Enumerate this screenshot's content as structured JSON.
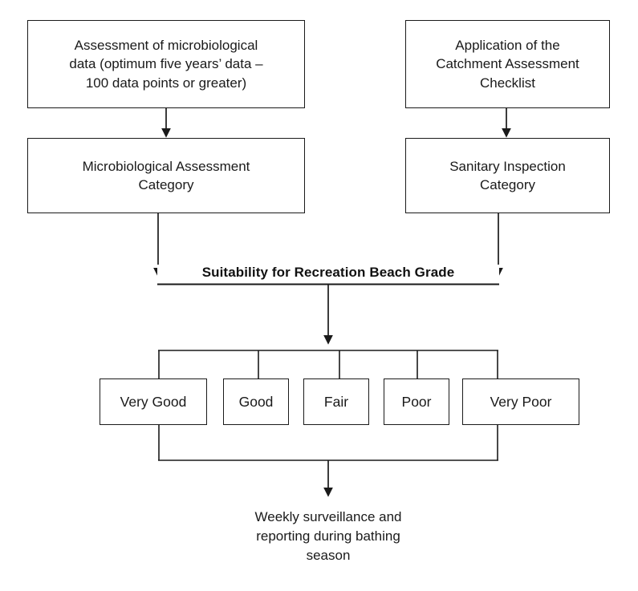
{
  "diagram": {
    "title": "Suitability for Recreation Beach Grade flowchart",
    "background_color": "#ffffff",
    "line_color": "#1a1a1a",
    "text_color": "#1a1a1a"
  },
  "nodes": {
    "microbiological_data": {
      "line1": "Assessment of microbiological",
      "line2": "data (optimum five years’ data –",
      "line3": "100 data points or greater)"
    },
    "catchment_checklist": {
      "line1": "Application of the",
      "line2": "Catchment Assessment",
      "line3": "Checklist"
    },
    "microbiological_category": {
      "line1": "Microbiological Assessment",
      "line2": "Category"
    },
    "sanitary_category": {
      "line1": "Sanitary Inspection",
      "line2": "Category"
    },
    "beach_grade_heading": "Suitability for Recreation Beach Grade",
    "outcome": {
      "line1": "Weekly surveillance and",
      "line2": "reporting during bathing",
      "line3": "season"
    }
  },
  "grades": [
    {
      "label": "Very Good"
    },
    {
      "label": "Good"
    },
    {
      "label": "Fair"
    },
    {
      "label": "Poor"
    },
    {
      "label": "Very Poor"
    }
  ]
}
